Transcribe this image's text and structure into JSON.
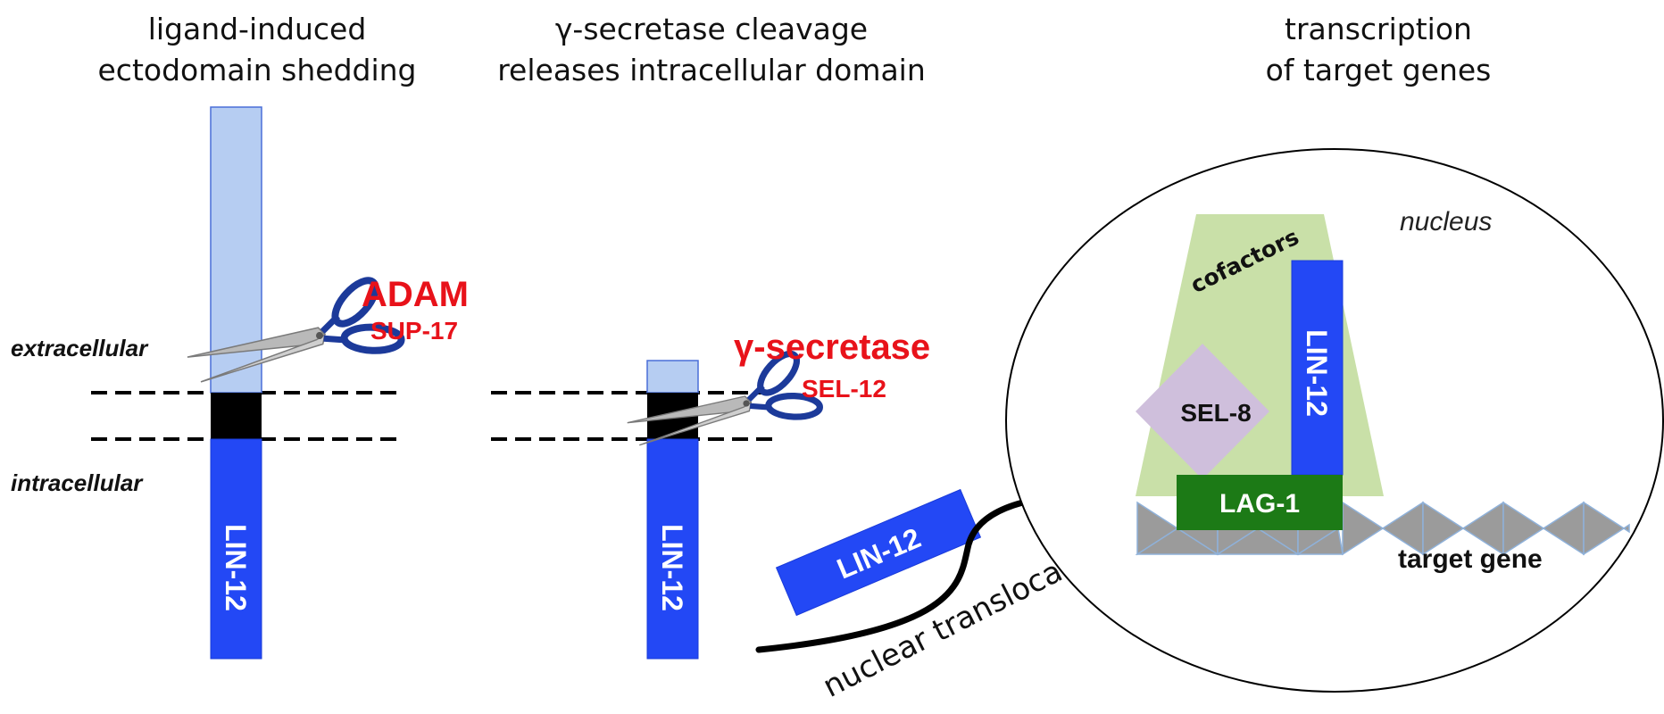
{
  "headers": {
    "panel1_line1": "ligand-induced",
    "panel1_line2": "ectodomain shedding",
    "panel2_line1": "γ-secretase cleavage",
    "panel2_line2": "releases intracellular domain",
    "panel3_line1": "transcription",
    "panel3_line2": "of target genes"
  },
  "membrane": {
    "extracellular": "extracellular",
    "intracellular": "intracellular"
  },
  "proteases": {
    "adam": "ADAM",
    "sup17": "SUP-17",
    "gamma": "γ-secretase",
    "sel12": "SEL-12"
  },
  "receptor": {
    "full": "LIN-12",
    "cleaved": "LIN-12",
    "released": "LIN-12",
    "nuclear": "LIN-12"
  },
  "translocation": "nuclear translocation",
  "nucleus": {
    "label": "nucleus",
    "cofactors": "cofactors",
    "sel8": "SEL-8",
    "lag1": "LAG-1",
    "target_gene": "target gene"
  },
  "colors": {
    "receptor_blue": "#2348f5",
    "ectodomain_light": "#b6cdf2",
    "transmembrane": "#000000",
    "cofactor_green": "#c9e0a8",
    "sel8_purple": "#cfbfdc",
    "lag1_green": "#1c7a16",
    "dna_gray": "#9b9b9b",
    "protease_red": "#e8121a"
  }
}
